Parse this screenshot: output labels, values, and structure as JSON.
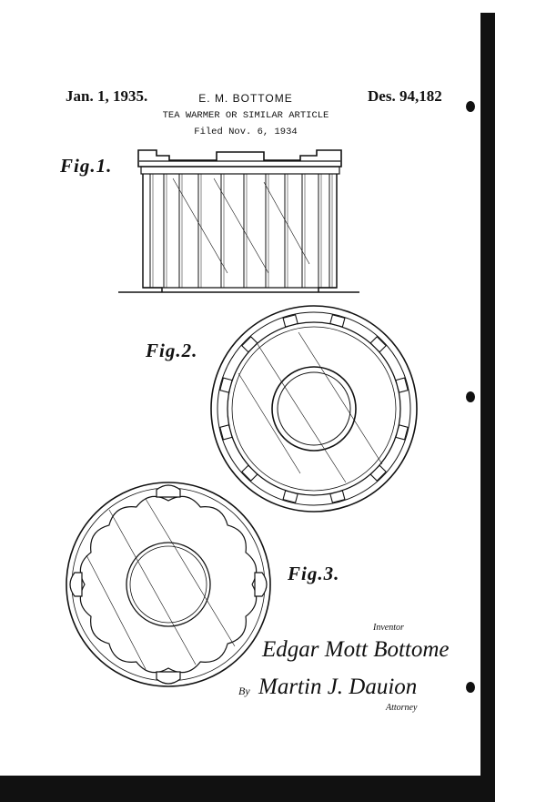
{
  "header": {
    "date": "Jan. 1, 1935.",
    "inventor_name": "E. M. BOTTOME",
    "design_number": "Des. 94,182",
    "title": "TEA WARMER OR SIMILAR ARTICLE",
    "filed": "Filed Nov. 6, 1934"
  },
  "figures": {
    "fig1_label": "Fig.1.",
    "fig2_label": "Fig.2.",
    "fig3_label": "Fig.3."
  },
  "signatures": {
    "inventor_caption": "Inventor",
    "inventor_signature": "Edgar Mott Bottome",
    "by": "By",
    "attorney_signature": "Martin J. Dauion",
    "attorney_caption": "Attorney"
  }
}
